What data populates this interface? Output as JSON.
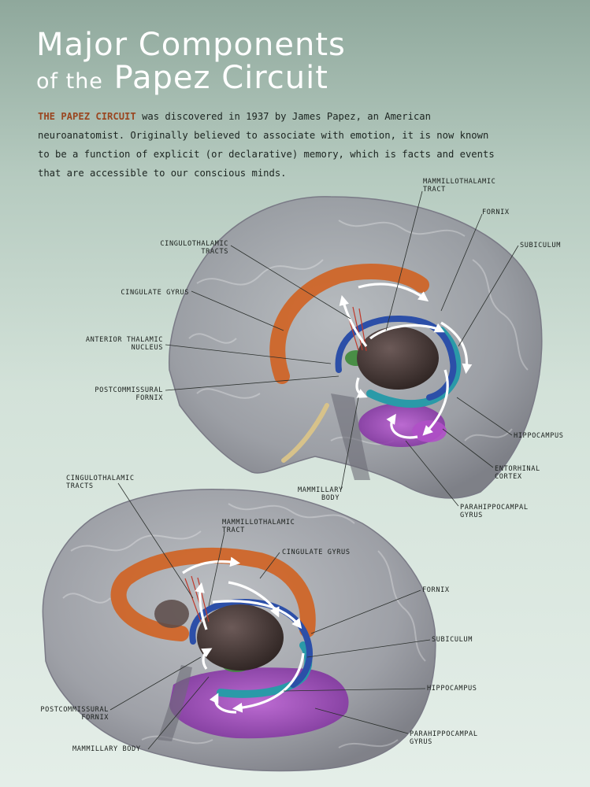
{
  "title": {
    "line1": "Major Components",
    "line2_small": "of the",
    "line2_large": "Papez Circuit"
  },
  "intro": {
    "lead": "THE PAPEZ CIRCUIT",
    "body": " was discovered in 1937 by James Papez, an American neuroanatomist. Originally believed to associate with emotion, it is now known to be a function of explicit (or declarative) memory, which is facts and events that are accessible to our conscious minds."
  },
  "top_view": {
    "mammillothalamic_tract": [
      "MAMMILLOTHALAMIC",
      "TRACT"
    ],
    "fornix": "FORNIX",
    "subiculum": "SUBICULUM",
    "cingulothalamic_tracts": [
      "CINGULOTHALAMIC",
      "TRACTS"
    ],
    "cingulate_gyrus": "CINGULATE GYRUS",
    "anterior_thalamic_nucleus": [
      "ANTERIOR THALAMIC",
      "NUCLEUS"
    ],
    "postcommissural_fornix": [
      "POSTCOMMISSURAL",
      "FORNIX"
    ],
    "hippocampus": "HIPPOCAMPUS",
    "entorhinal_cortex": [
      "ENTORHINAL",
      "CORTEX"
    ],
    "mammillary_body": [
      "MAMMILLARY",
      "BODY"
    ],
    "parahippocampal_gyrus": [
      "PARAHIPPOCAMPAL",
      "GYRUS"
    ]
  },
  "bottom_view": {
    "cingulothalamic_tracts": [
      "CINGULOTHALAMIC",
      "TRACTS"
    ],
    "mammillothalamic_tract": [
      "MAMMILLOTHALAMIC",
      "TRACT"
    ],
    "cingulate_gyrus": "CINGULATE GYRUS",
    "fornix": "FORNIX",
    "subiculum": "SUBICULUM",
    "hippocampus": "HIPPOCAMPUS",
    "postcommissural_fornix": [
      "POSTCOMMISSURAL",
      "FORNIX"
    ],
    "mammillary_body": "MAMMILLARY BODY",
    "parahippocampal_gyrus": [
      "PARAHIPPOCAMPAL",
      "GYRUS"
    ]
  },
  "colors": {
    "cingulate": "#d2601e",
    "fornix": "#2c4fa8",
    "hippocampus": "#2a9aa8",
    "parahippocampal": "#9a36b4",
    "thalamus": "#4a3a38",
    "brain": "#9a9aa2"
  }
}
